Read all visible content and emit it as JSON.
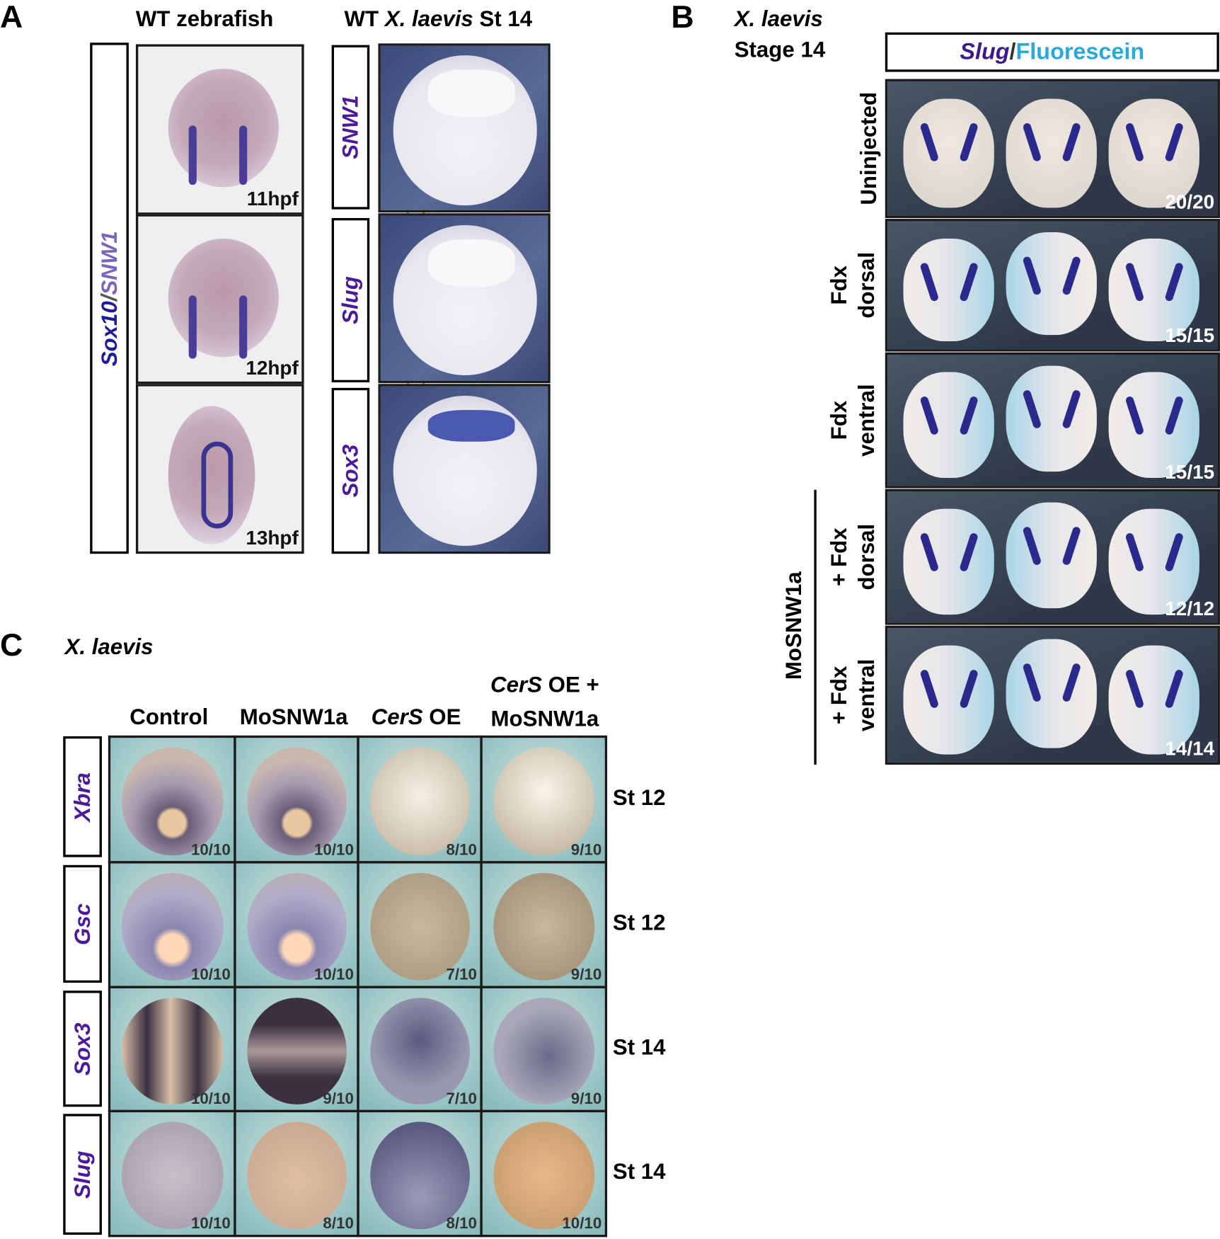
{
  "panel_a": {
    "letter": "A",
    "zebrafish_title": "WT zebrafish",
    "xenopus_title_prefix": "WT ",
    "xenopus_title_species": "X. laevis",
    "xenopus_title_suffix": " St 14",
    "probe_label_sox10": "Sox10",
    "probe_label_slash": "/",
    "probe_label_snw1": "SNW1",
    "zebrafish_stages": [
      "11hpf",
      "12hpf",
      "13hpf"
    ],
    "xenopus_probes": [
      "SNW1",
      "Slug",
      "Sox3"
    ]
  },
  "panel_b": {
    "letter": "B",
    "species": "X. laevis",
    "stage": "Stage 14",
    "header_slug": "Slug",
    "header_slash": "/",
    "header_fluorescein": "Fluorescein",
    "group_label": "MoSNW1a",
    "rows": [
      {
        "line1": "Uninjected",
        "line2": "",
        "count": "20/20"
      },
      {
        "line1": "Fdx",
        "line2": "dorsal",
        "count": "15/15"
      },
      {
        "line1": "Fdx",
        "line2": "ventral",
        "count": "15/15"
      },
      {
        "line1": "+ Fdx",
        "line2": "dorsal",
        "count": "12/12"
      },
      {
        "line1": "+ Fdx",
        "line2": "ventral",
        "count": "14/14"
      }
    ],
    "colors": {
      "slug": "#3d1a8c",
      "fluorescein": "#2aa9d8"
    }
  },
  "panel_c": {
    "letter": "C",
    "species": "X. laevis",
    "columns": [
      {
        "italic": "",
        "plain": "Control"
      },
      {
        "italic": "",
        "plain": "MoSNW1a"
      },
      {
        "italic": "CerS",
        "plain": " OE"
      },
      {
        "italic": "CerS",
        "plain": " OE +",
        "line2": "MoSNW1a"
      }
    ],
    "rows": [
      {
        "probe": "Xbra",
        "stage": "St 12",
        "counts": [
          "10/10",
          "10/10",
          "8/10",
          "9/10"
        ]
      },
      {
        "probe": "Gsc",
        "stage": "St 12",
        "counts": [
          "10/10",
          "10/10",
          "7/10",
          "9/10"
        ]
      },
      {
        "probe": "Sox3",
        "stage": "St 14",
        "counts": [
          "10/10",
          "9/10",
          "7/10",
          "9/10"
        ]
      },
      {
        "probe": "Slug",
        "stage": "St 14",
        "counts": [
          "10/10",
          "8/10",
          "8/10",
          "10/10"
        ]
      }
    ]
  }
}
